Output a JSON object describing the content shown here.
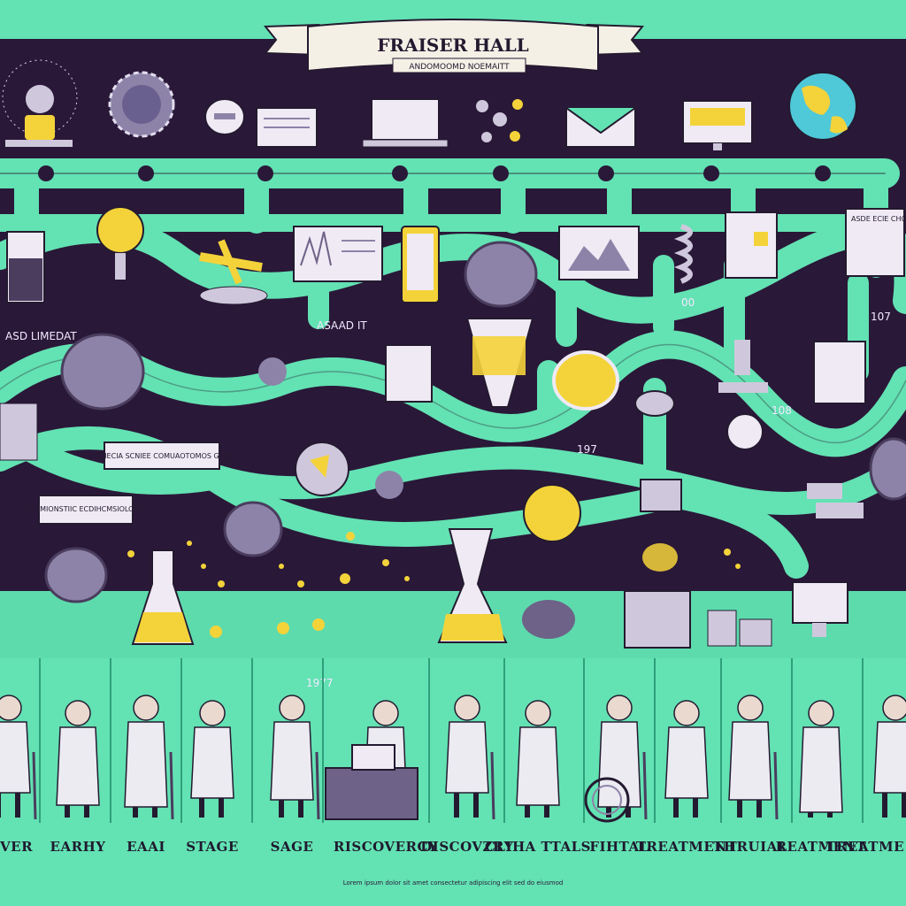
{
  "banner": {
    "title": "FRAISER HALL",
    "subtitle": "ANDOMOOMD NOEMAITT"
  },
  "timeline": {
    "year_labels": [
      "1977",
      "197",
      "108",
      "107",
      "00"
    ],
    "side_labels": [
      "ASD LIMEDAT",
      "ASAAD IT"
    ]
  },
  "callouts": [
    "ECDIECIA SCNIEE COMUAOTOMOS GARU",
    "DOMIONSTIIC ECDIHCMSIOLOSY",
    "ASDE ECIE CHOMOAECSIDNECOSE ECICTOOLOMS"
  ],
  "stages": [
    "VER",
    "EARHY",
    "EAAI",
    "STAGE",
    "SAGE",
    "RISCOVERCY",
    "DISCOVZRY",
    "CLIHA TTALS",
    "FIHTAL",
    "TREATMENT",
    "THRUIAL",
    "REATMENT",
    "TREATME"
  ],
  "footer": "Lorem ipsum dolor sit amet consectetur adipiscing elit sed do eiusmod",
  "colors": {
    "background": "#2a1838",
    "teal": "#63e2b3",
    "teal_dark": "#3fb88f",
    "yellow": "#f4d33a",
    "purple": "#6e6288",
    "coat": "#ecebf2"
  }
}
